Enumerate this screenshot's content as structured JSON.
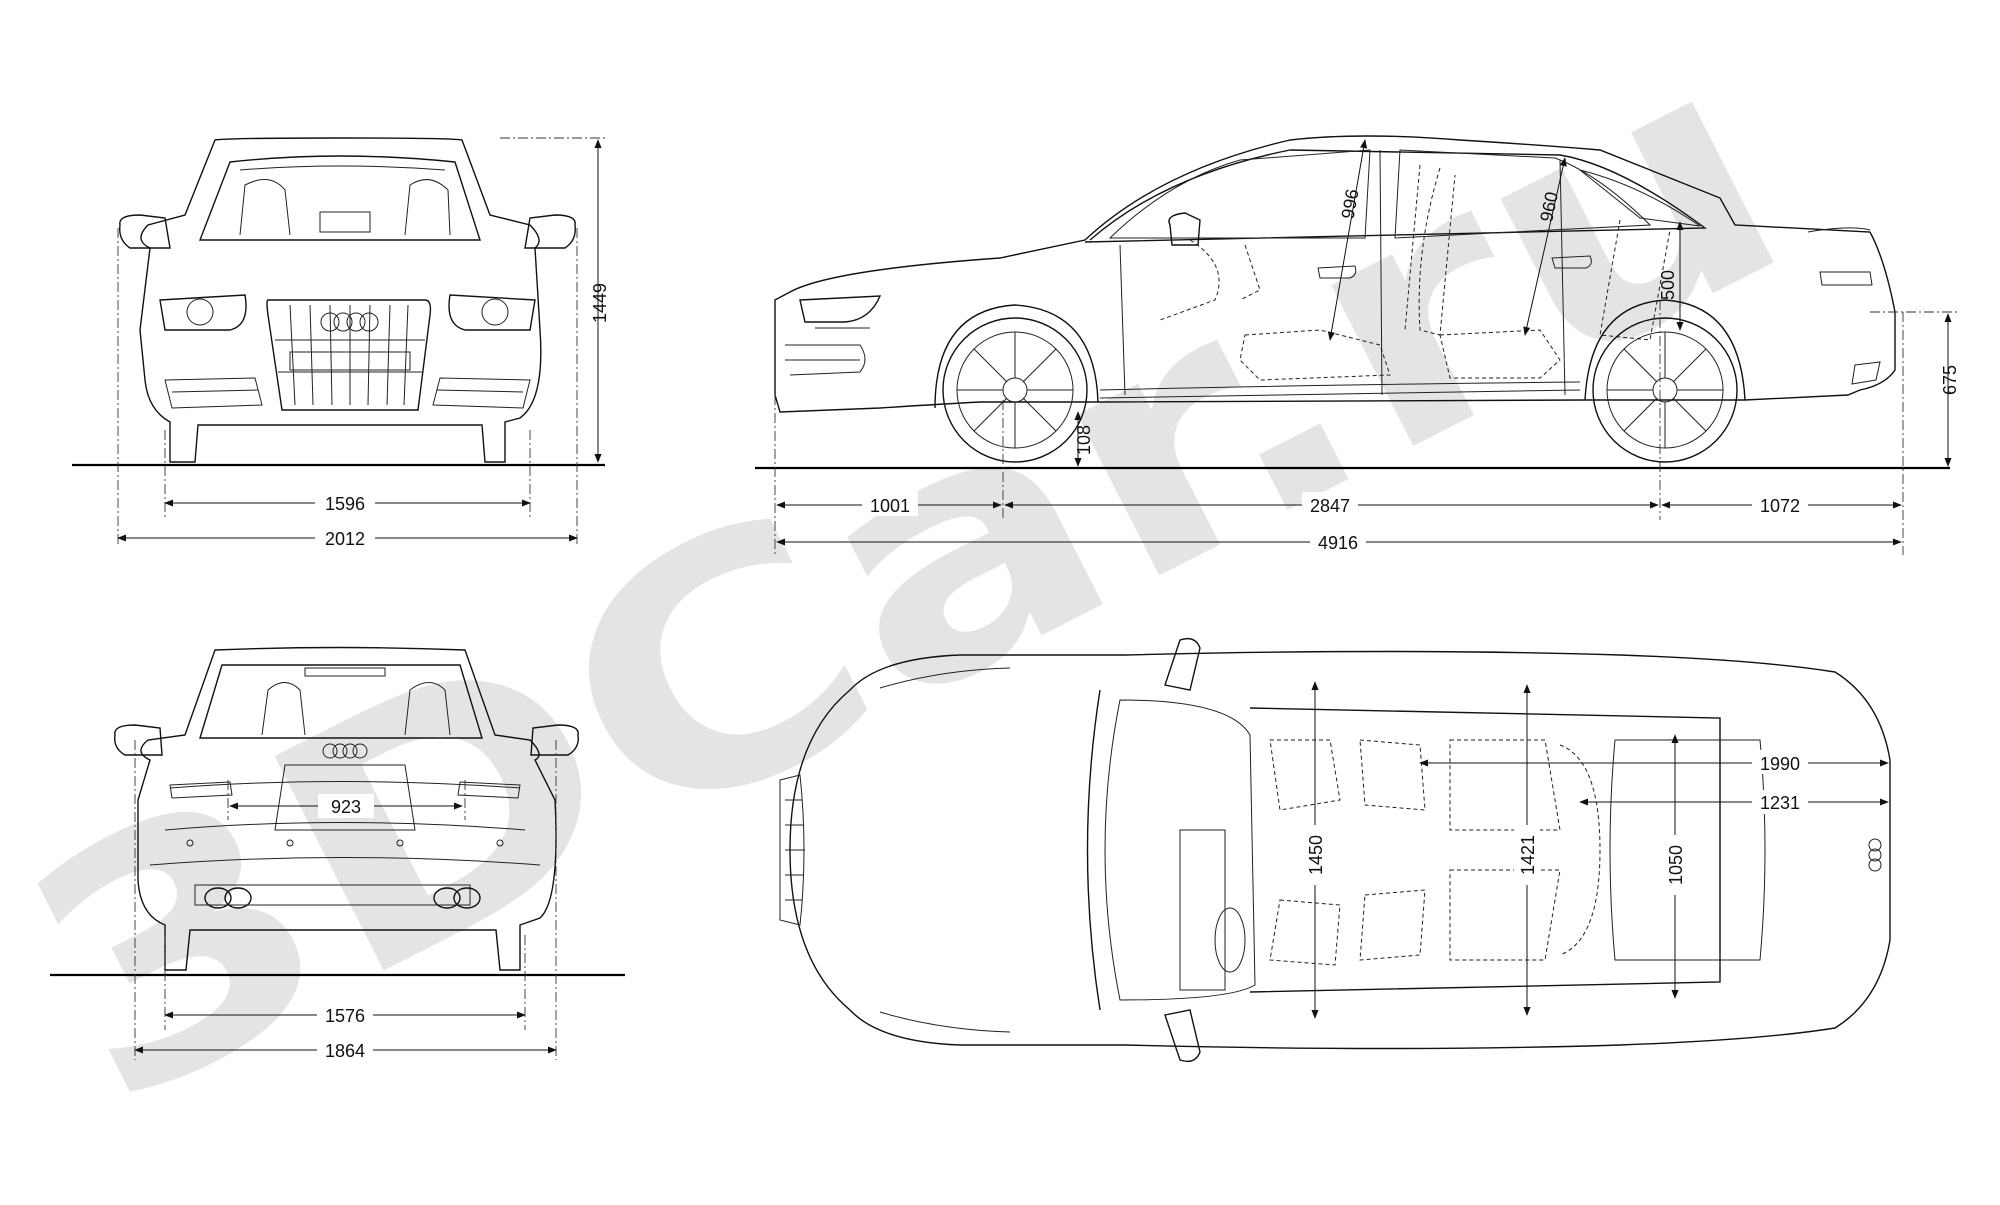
{
  "watermark": {
    "text": "3DCar.ru",
    "color": "#c8c8c8"
  },
  "colors": {
    "line": "#111111",
    "background": "#ffffff"
  },
  "front_view": {
    "height": "1449",
    "track": "1596",
    "width": "2012"
  },
  "side_view": {
    "wheel_height": "108",
    "trunk_opening": "500",
    "rear_headroom": "960",
    "front_headroom": "996",
    "rear_bumper": "675",
    "front_overhang": "1001",
    "wheelbase": "2847",
    "rear_overhang": "1072",
    "length": "4916"
  },
  "rear_view": {
    "trunk_width": "923",
    "track": "1576",
    "width": "1864"
  },
  "top_view": {
    "front_shoulder": "1450",
    "rear_shoulder": "1421",
    "trunk_depth": "1990",
    "trunk_length": "1231",
    "trunk_width": "1050"
  }
}
